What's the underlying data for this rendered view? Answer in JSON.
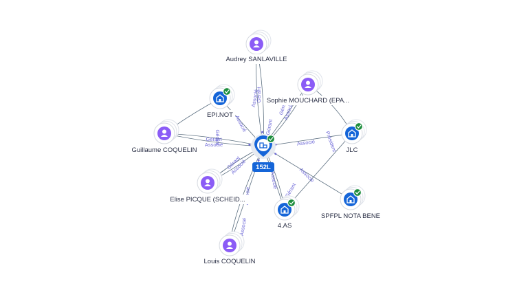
{
  "colors": {
    "edge": "#5c6f80",
    "edge_label": "#6f6ad8",
    "person": "#8b5cf6",
    "company": "#1565d8",
    "center": "#1565d8",
    "check": "#1e8e3e",
    "label_bg": "#ffffff"
  },
  "center": {
    "label": "152L",
    "icon": "building-icon"
  },
  "nodes": [
    {
      "id": "audrey",
      "label": "Audrey SANLAVILLE",
      "kind": "person",
      "icon": "person-icon"
    },
    {
      "id": "epinot",
      "label": "EPI.NOT",
      "kind": "company",
      "icon": "building-icon",
      "verified": true
    },
    {
      "id": "sophie",
      "label": "Sophie MOUCHARD (EPA...",
      "kind": "person",
      "icon": "person-icon"
    },
    {
      "id": "guillaume",
      "label": "Guillaume COQUELIN",
      "kind": "person",
      "icon": "person-icon"
    },
    {
      "id": "jlc",
      "label": "JLC",
      "kind": "company",
      "icon": "building-icon",
      "verified": true
    },
    {
      "id": "elise",
      "label": "Elise PICQUE (SCHEID...",
      "kind": "person",
      "icon": "person-icon"
    },
    {
      "id": "spfpl",
      "label": "SPFPL NOTA BENE",
      "kind": "company",
      "icon": "building-icon",
      "verified": true
    },
    {
      "id": "fouras",
      "label": "4.AS",
      "kind": "company",
      "icon": "building-icon",
      "verified": true
    },
    {
      "id": "louis",
      "label": "Louis COQUELIN",
      "kind": "person",
      "icon": "person-icon"
    }
  ],
  "edges": [
    {
      "from": "audrey",
      "to": "center",
      "label": "Gérant"
    },
    {
      "from": "audrey",
      "to": "center",
      "label": "Associé"
    },
    {
      "from": "epinot",
      "to": "center",
      "label": "Associé"
    },
    {
      "from": "sophie",
      "to": "center",
      "label": "Gérant"
    },
    {
      "from": "sophie",
      "to": "center",
      "label": "Associé"
    },
    {
      "from": "guillaume",
      "to": "center",
      "label": "Gérant"
    },
    {
      "from": "guillaume",
      "to": "center",
      "label": "Associé"
    },
    {
      "from": "jlc",
      "to": "center",
      "label": "Associé"
    },
    {
      "from": "elise",
      "to": "center",
      "label": "Gérant"
    },
    {
      "from": "elise",
      "to": "center",
      "label": "Associé"
    },
    {
      "from": "spfpl",
      "to": "center",
      "label": "Associé"
    },
    {
      "from": "fouras",
      "to": "center",
      "label": "Associé"
    },
    {
      "from": "louis",
      "to": "center",
      "label": "Associé"
    },
    {
      "from": "guillaume",
      "to": "epinot",
      "label": "Gérant"
    },
    {
      "from": "sophie",
      "to": "jlc",
      "label": "Président"
    },
    {
      "from": "jlc",
      "to": "fouras",
      "label": "Gérant"
    },
    {
      "from": "fouras",
      "to": "center",
      "label": "Gérant"
    },
    {
      "from": "louis",
      "to": "center",
      "label": "Associé"
    }
  ]
}
